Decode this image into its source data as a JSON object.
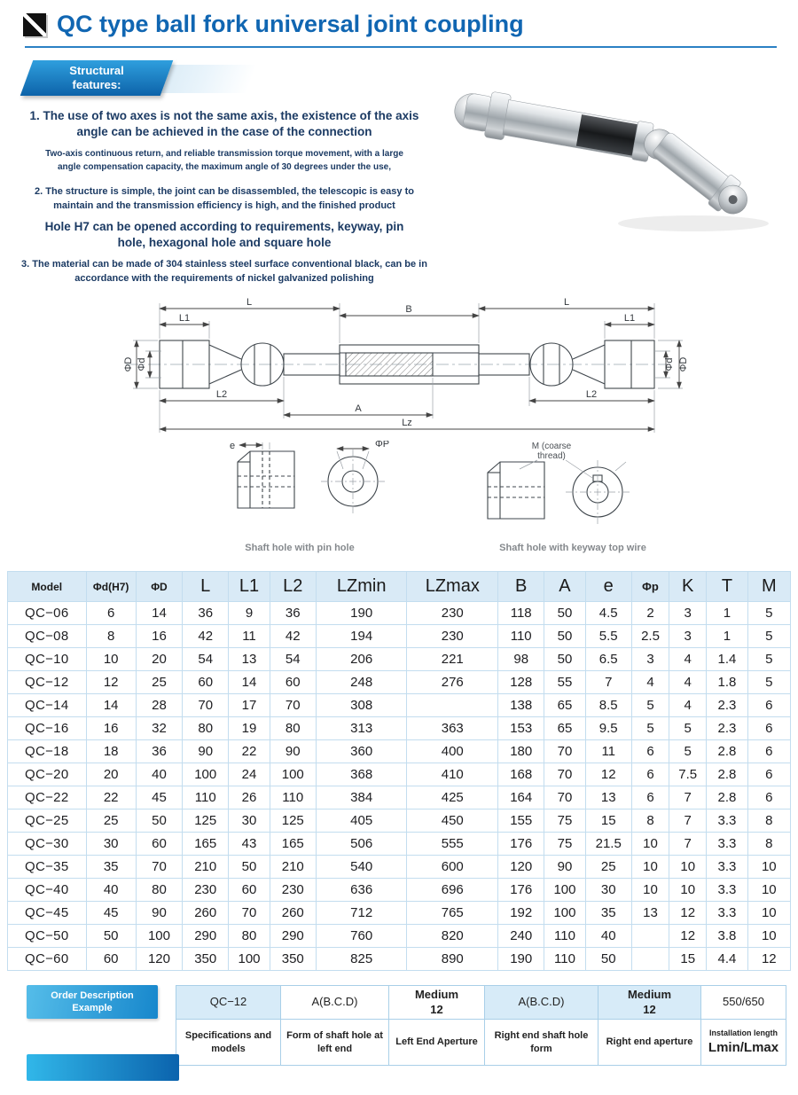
{
  "header": {
    "title": "QC type ball fork universal joint coupling"
  },
  "features": {
    "banner_line1": "Structural",
    "banner_line2": "features:",
    "item1": "1. The use of two axes is not the same axis, the existence of the axis angle can be achieved in the case of the connection",
    "item1_sub": "Two-axis continuous return, and reliable transmission torque movement, with a large angle compensation capacity, the maximum angle of 30 degrees under the use,",
    "item2": "2. The structure is simple, the joint can be disassembled, the telescopic is easy to maintain and the transmission efficiency is high, and the finished product",
    "item2_sub": "Hole H7 can be opened according to requirements, keyway, pin hole, hexagonal hole and square hole",
    "item3": "3. The material can be made of 304 stainless steel surface conventional black, can be in accordance with the requirements of nickel galvanized polishing"
  },
  "drawing": {
    "labels": {
      "L": "L",
      "L1": "L1",
      "L2": "L2",
      "B": "B",
      "A": "A",
      "Lz": "Lz",
      "phiD": "ΦD",
      "phid": "Φd",
      "e": "e",
      "phiP": "ΦP"
    },
    "m_line1": "M (coarse",
    "m_line2": "thread)",
    "caption_pin": "Shaft hole with pin hole",
    "caption_keyway": "Shaft hole with keyway top wire"
  },
  "spec_table": {
    "headers": [
      "Model",
      "Φd(H7)",
      "ΦD",
      "L",
      "L1",
      "L2",
      "LZmin",
      "LZmax",
      "B",
      "A",
      "e",
      "Φp",
      "K",
      "T",
      "M"
    ],
    "rows": [
      [
        "QC−06",
        "6",
        "14",
        "36",
        "9",
        "36",
        "190",
        "230",
        "118",
        "50",
        "4.5",
        "2",
        "3",
        "1",
        "5"
      ],
      [
        "QC−08",
        "8",
        "16",
        "42",
        "11",
        "42",
        "194",
        "230",
        "110",
        "50",
        "5.5",
        "2.5",
        "3",
        "1",
        "5"
      ],
      [
        "QC−10",
        "10",
        "20",
        "54",
        "13",
        "54",
        "206",
        "221",
        "98",
        "50",
        "6.5",
        "3",
        "4",
        "1.4",
        "5"
      ],
      [
        "QC−12",
        "12",
        "25",
        "60",
        "14",
        "60",
        "248",
        "276",
        "128",
        "55",
        "7",
        "4",
        "4",
        "1.8",
        "5"
      ],
      [
        "QC−14",
        "14",
        "28",
        "70",
        "17",
        "70",
        "308",
        "",
        "138",
        "65",
        "8.5",
        "5",
        "4",
        "2.3",
        "6"
      ],
      [
        "QC−16",
        "16",
        "32",
        "80",
        "19",
        "80",
        "313",
        "363",
        "153",
        "65",
        "9.5",
        "5",
        "5",
        "2.3",
        "6"
      ],
      [
        "QC−18",
        "18",
        "36",
        "90",
        "22",
        "90",
        "360",
        "400",
        "180",
        "70",
        "11",
        "6",
        "5",
        "2.8",
        "6"
      ],
      [
        "QC−20",
        "20",
        "40",
        "100",
        "24",
        "100",
        "368",
        "410",
        "168",
        "70",
        "12",
        "6",
        "7.5",
        "2.8",
        "6"
      ],
      [
        "QC−22",
        "22",
        "45",
        "110",
        "26",
        "110",
        "384",
        "425",
        "164",
        "70",
        "13",
        "6",
        "7",
        "2.8",
        "6"
      ],
      [
        "QC−25",
        "25",
        "50",
        "125",
        "30",
        "125",
        "405",
        "450",
        "155",
        "75",
        "15",
        "8",
        "7",
        "3.3",
        "8"
      ],
      [
        "QC−30",
        "30",
        "60",
        "165",
        "43",
        "165",
        "506",
        "555",
        "176",
        "75",
        "21.5",
        "10",
        "7",
        "3.3",
        "8"
      ],
      [
        "QC−35",
        "35",
        "70",
        "210",
        "50",
        "210",
        "540",
        "600",
        "120",
        "90",
        "25",
        "10",
        "10",
        "3.3",
        "10"
      ],
      [
        "QC−40",
        "40",
        "80",
        "230",
        "60",
        "230",
        "636",
        "696",
        "176",
        "100",
        "30",
        "10",
        "10",
        "3.3",
        "10"
      ],
      [
        "QC−45",
        "45",
        "90",
        "260",
        "70",
        "260",
        "712",
        "765",
        "192",
        "100",
        "35",
        "13",
        "12",
        "3.3",
        "10"
      ],
      [
        "QC−50",
        "50",
        "100",
        "290",
        "80",
        "290",
        "760",
        "820",
        "240",
        "110",
        "40",
        "",
        "12",
        "3.8",
        "10"
      ],
      [
        "QC−60",
        "60",
        "120",
        "350",
        "100",
        "350",
        "825",
        "890",
        "190",
        "110",
        "50",
        "",
        "15",
        "4.4",
        "12"
      ]
    ]
  },
  "order_example": {
    "banner_line1": "Order Description",
    "banner_line2": "Example",
    "row1": [
      "QC−12",
      "A(B.C.D)",
      "Medium\n12",
      "A(B.C.D)",
      "Medium\n12",
      "550/650"
    ],
    "row2": [
      "Specifications and models",
      "Form of shaft hole at left end",
      "Left End Aperture",
      "Right end shaft hole form",
      "Right end aperture"
    ],
    "row2_last_top": "Installation length",
    "row2_last_bottom": "Lmin/Lmax"
  }
}
